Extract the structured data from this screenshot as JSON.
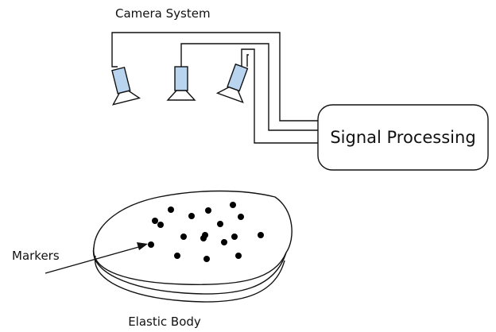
{
  "labels": {
    "camera_system": "Camera System",
    "signal_processing": "Signal Processing",
    "markers": "Markers",
    "elastic_body": "Elastic Body"
  },
  "colors": {
    "camera_fill": "#b8d4ee",
    "line": "#111111",
    "marker": "#000000",
    "background": "#ffffff"
  },
  "components": {
    "camera_count": 3,
    "marker_count": 18
  }
}
